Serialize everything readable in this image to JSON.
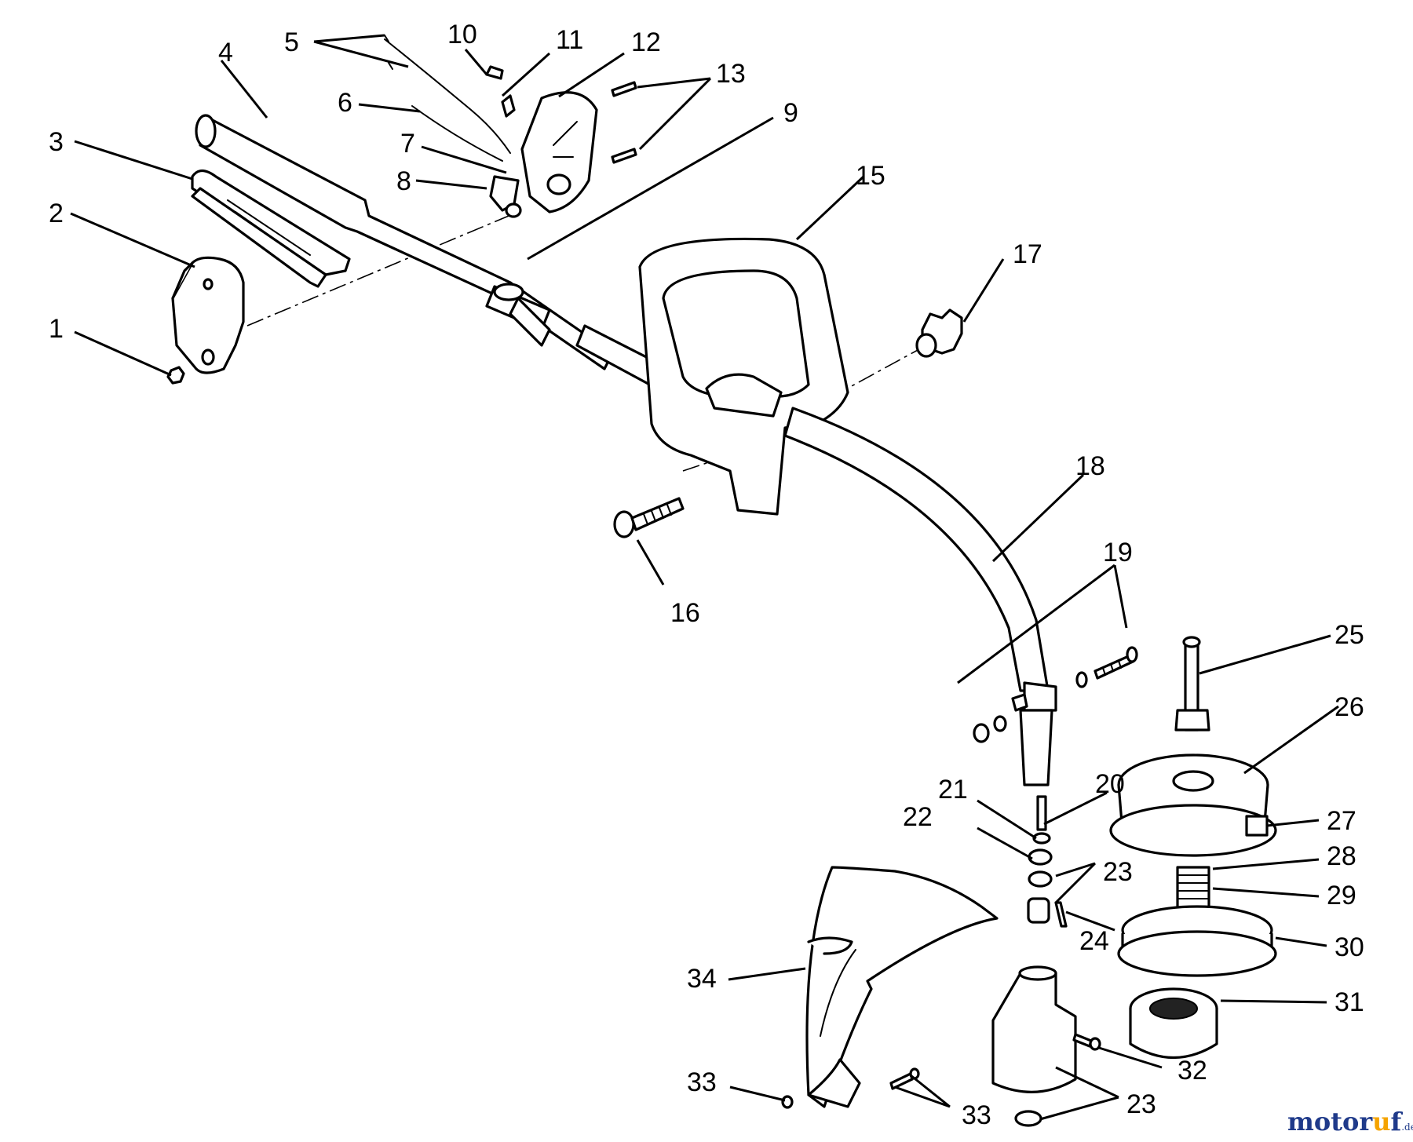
{
  "parts": [
    {
      "id": "1",
      "text": "1"
    },
    {
      "id": "2",
      "text": "2"
    },
    {
      "id": "3",
      "text": "3"
    },
    {
      "id": "4",
      "text": "4"
    },
    {
      "id": "5",
      "text": "5"
    },
    {
      "id": "6",
      "text": "6"
    },
    {
      "id": "7",
      "text": "7"
    },
    {
      "id": "8",
      "text": "8"
    },
    {
      "id": "9",
      "text": "9"
    },
    {
      "id": "10",
      "text": "10"
    },
    {
      "id": "11",
      "text": "11"
    },
    {
      "id": "12",
      "text": "12"
    },
    {
      "id": "13",
      "text": "13"
    },
    {
      "id": "15",
      "text": "15"
    },
    {
      "id": "16",
      "text": "16"
    },
    {
      "id": "17",
      "text": "17"
    },
    {
      "id": "18",
      "text": "18"
    },
    {
      "id": "19",
      "text": "19"
    },
    {
      "id": "20",
      "text": "20"
    },
    {
      "id": "21",
      "text": "21"
    },
    {
      "id": "22",
      "text": "22"
    },
    {
      "id": "23a",
      "text": "23"
    },
    {
      "id": "23b",
      "text": "23"
    },
    {
      "id": "24",
      "text": "24"
    },
    {
      "id": "25",
      "text": "25"
    },
    {
      "id": "26",
      "text": "26"
    },
    {
      "id": "27",
      "text": "27"
    },
    {
      "id": "28",
      "text": "28"
    },
    {
      "id": "29",
      "text": "29"
    },
    {
      "id": "30",
      "text": "30"
    },
    {
      "id": "31",
      "text": "31"
    },
    {
      "id": "32",
      "text": "32"
    },
    {
      "id": "33a",
      "text": "33"
    },
    {
      "id": "33b",
      "text": "33"
    },
    {
      "id": "34",
      "text": "34"
    }
  ],
  "watermark": {
    "brand_a": "motor",
    "brand_o": "u",
    "brand_b": "f",
    "suffix": ".de"
  }
}
